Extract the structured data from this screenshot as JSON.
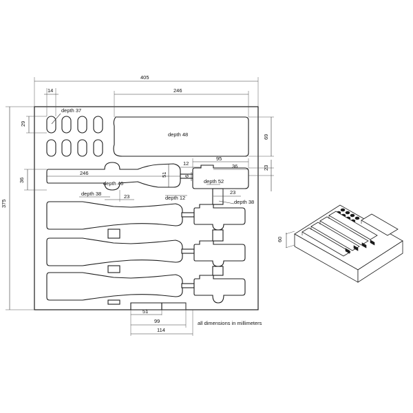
{
  "dimensions": {
    "overall_width": "405",
    "overall_height": "375",
    "slot_width": "14",
    "slot_height": "29",
    "top_pocket_width": "246",
    "top_pocket_height": "69",
    "handle_width": "246",
    "handle_height": "36",
    "handle_neck_height": "51",
    "shaft_depth_width": "6",
    "head_offset": "12",
    "head_width": "95",
    "head_right_width": "36",
    "head_height": "23",
    "lower_offset": "23",
    "lower_right_offset": "23",
    "bottom_inner": "51",
    "bottom_mid": "99",
    "bottom_outer": "114",
    "iso_height": "60"
  },
  "depths": {
    "slots": "depth 37",
    "top_pocket": "depth 48",
    "handle": "depth 46",
    "head": "depth 52",
    "lower_left": "depth 38",
    "lower_mid": "depth 12",
    "lower_right": "depth 38"
  },
  "note": "all dimensions in millimeters"
}
